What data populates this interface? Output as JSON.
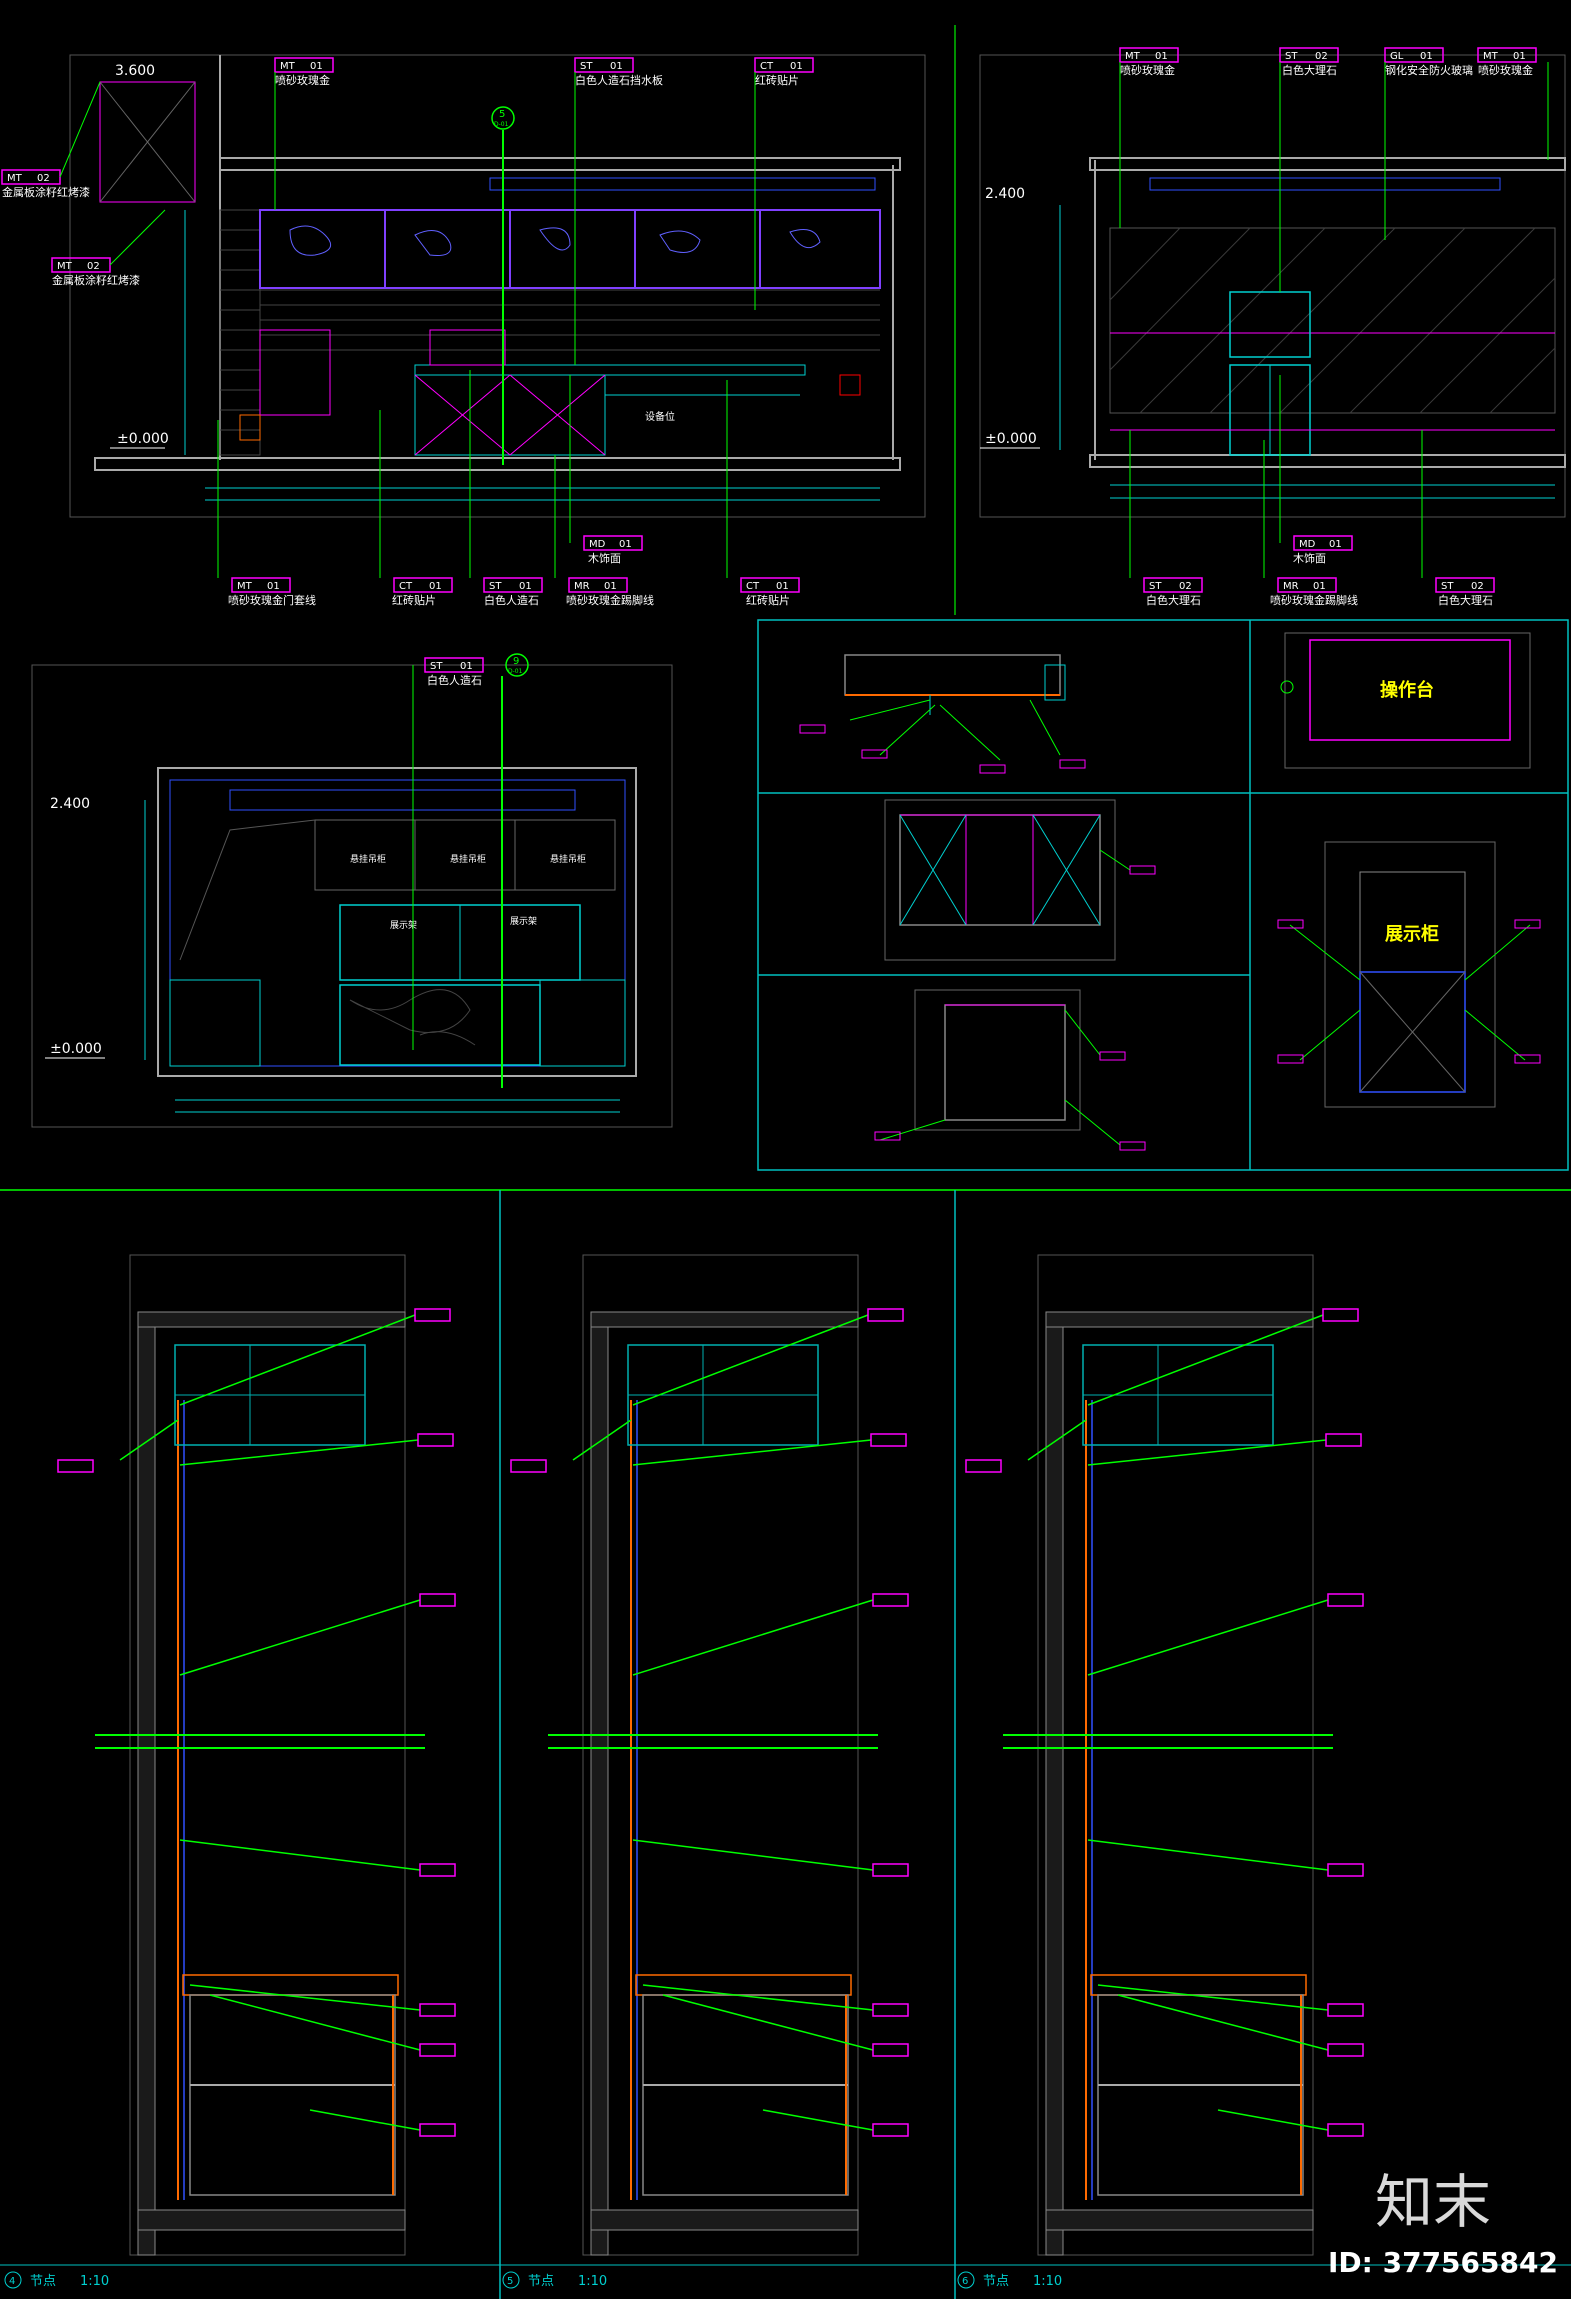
{
  "colors": {
    "background": "#000000",
    "frame_green": "#00c000",
    "leader_green": "#00ff00",
    "cyan": "#00d0d0",
    "magenta": "#ff00ff",
    "violet": "#7070ff",
    "blue": "#3050ff",
    "orange": "#ff6a00",
    "yellow": "#ffff00",
    "gray": "#8a8a8a",
    "white": "#ffffff"
  },
  "elevation_a": {
    "level_top": "3.600",
    "level_zero": "±0.000",
    "tags": [
      {
        "code": "MT",
        "num": "01",
        "text": "喷砂玫瑰金"
      },
      {
        "code": "ST",
        "num": "01",
        "text": "白色人造石挡水板"
      },
      {
        "code": "CT",
        "num": "01",
        "text": "红砖贴片"
      },
      {
        "code": "MT",
        "num": "02",
        "text": "金属板涂籽红烤漆"
      },
      {
        "code": "MT",
        "num": "02",
        "text": "金属板涂籽红烤漆"
      }
    ],
    "bottom_tags": [
      {
        "code": "MT",
        "num": "01",
        "text": "喷砂玫瑰金门套线"
      },
      {
        "code": "CT",
        "num": "01",
        "text": "红砖贴片"
      },
      {
        "code": "ST",
        "num": "01",
        "text": "白色人造石"
      },
      {
        "code": "MR",
        "num": "01",
        "text": "喷砂玫瑰金踢脚线"
      },
      {
        "code": "MD",
        "num": "01",
        "text": "木饰面"
      },
      {
        "code": "CT",
        "num": "01",
        "text": "红砖贴片"
      }
    ],
    "section_mark_num": "5",
    "section_mark_ref": "D-01",
    "equipment_label": "设备位"
  },
  "elevation_b": {
    "level_top": "2.400",
    "level_zero": "±0.000",
    "tags": [
      {
        "code": "MT",
        "num": "01",
        "text": "喷砂玫瑰金"
      },
      {
        "code": "ST",
        "num": "02",
        "text": "白色大理石"
      },
      {
        "code": "GL",
        "num": "01",
        "text": "钢化安全防火玻璃"
      },
      {
        "code": "MT",
        "num": "01",
        "text": "喷砂玫瑰金"
      }
    ],
    "bottom_tags": [
      {
        "code": "ST",
        "num": "02",
        "text": "白色大理石"
      },
      {
        "code": "MD",
        "num": "01",
        "text": "木饰面"
      },
      {
        "code": "MR",
        "num": "01",
        "text": "喷砂玫瑰金踢脚线"
      },
      {
        "code": "ST",
        "num": "02",
        "text": "白色大理石"
      }
    ]
  },
  "elevation_c": {
    "level_top": "2.400",
    "level_zero": "±0.000",
    "tag": {
      "code": "ST",
      "num": "01",
      "text": "白色人造石"
    },
    "section_mark_num": "9",
    "section_mark_ref": "D-01",
    "cabinet_labels": [
      "悬挂吊柜",
      "悬挂吊柜",
      "悬挂吊柜"
    ],
    "display_labels": [
      "展示架",
      "展示架"
    ]
  },
  "detail_sheet": {
    "console_title": "操作台",
    "showcase_title": "展示柜"
  },
  "sections": [
    {
      "num": "4",
      "title": "节点",
      "scale": "1:10"
    },
    {
      "num": "5",
      "title": "节点",
      "scale": "1:10"
    },
    {
      "num": "6",
      "title": "节点",
      "scale": "1:10"
    }
  ],
  "watermark": {
    "logo_text": "知末",
    "id_text": "ID: 377565842"
  }
}
